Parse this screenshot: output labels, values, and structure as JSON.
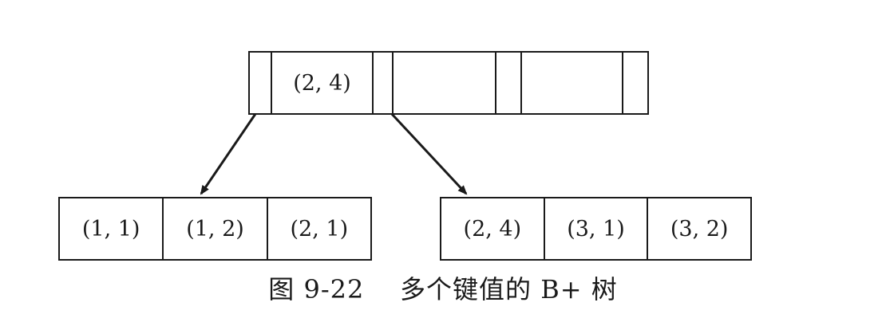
{
  "root": {
    "keys": [
      "(2, 4)",
      "",
      ""
    ]
  },
  "leaves": [
    {
      "keys": [
        "(1, 1)",
        "(1, 2)",
        "(2, 1)"
      ]
    },
    {
      "keys": [
        "(2, 4)",
        "(3, 1)",
        "(3, 2)"
      ]
    }
  ],
  "caption": "图 9-22    多个键值的 B+ 树"
}
